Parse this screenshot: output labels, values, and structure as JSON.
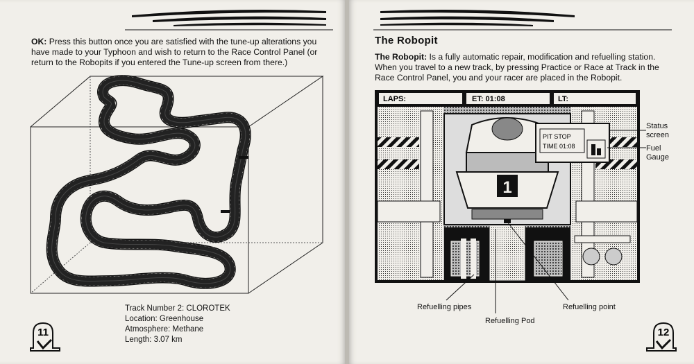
{
  "left_page": {
    "intro_label": "OK:",
    "intro_lines": [
      "Press this button once you are satisfied with the tune-up alterations you",
      "have made to your Typhoon and wish to return to the Race Control Panel (or",
      "return to the Robopits if you entered the Tune-up screen from there.)"
    ],
    "track_caption": [
      "Track Number 2: CLOROTEK",
      "Location: Greenhouse",
      "Atmosphere: Methane",
      "Length: 3.07 km"
    ],
    "page_number": "11"
  },
  "right_page": {
    "title": "The Robopit",
    "intro_label": "The Robopit:",
    "intro_lines": [
      "Is a fully automatic repair, modification and refuelling station.",
      "When you travel to a new track, by pressing Practice or Race at Track in the",
      "Race Control Panel, you and your racer are placed in the Robopit."
    ],
    "game_screen": {
      "laps_label": "LAPS:",
      "et_label": "ET: 01:08",
      "lt_label": "LT:",
      "status_line1": "PIT STOP",
      "status_line2": "TIME 01:08",
      "racer_number": "1"
    },
    "callouts": {
      "status_screen": [
        "Status",
        "screen"
      ],
      "fuel_gauge": [
        "Fuel",
        "Gauge"
      ],
      "refuelling_pipes": "Refuelling pipes",
      "refuelling_pod": "Refuelling Pod",
      "refuelling_point": "Refuelling point"
    },
    "page_number": "12"
  }
}
